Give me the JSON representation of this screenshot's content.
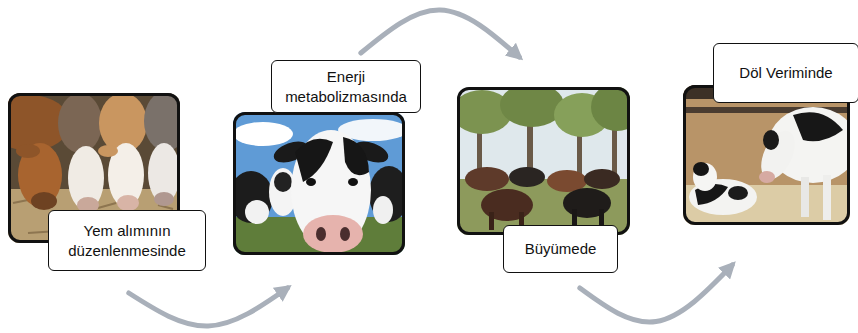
{
  "diagram": {
    "nodes": [
      {
        "text": [
          "Yem alımının düzenlenmesinde"
        ]
      },
      {
        "text": [
          "Enerji metabolizmasında"
        ]
      },
      {
        "text": [
          "Büyümede"
        ]
      },
      {
        "text": [
          "Döl Veriminde"
        ]
      }
    ],
    "edges": [
      {
        "from": 0,
        "to": 1,
        "arrow": "to"
      },
      {
        "from": 1,
        "to": 2,
        "arrow": "to"
      },
      {
        "from": 2,
        "to": 3,
        "arrow": "to"
      }
    ]
  }
}
